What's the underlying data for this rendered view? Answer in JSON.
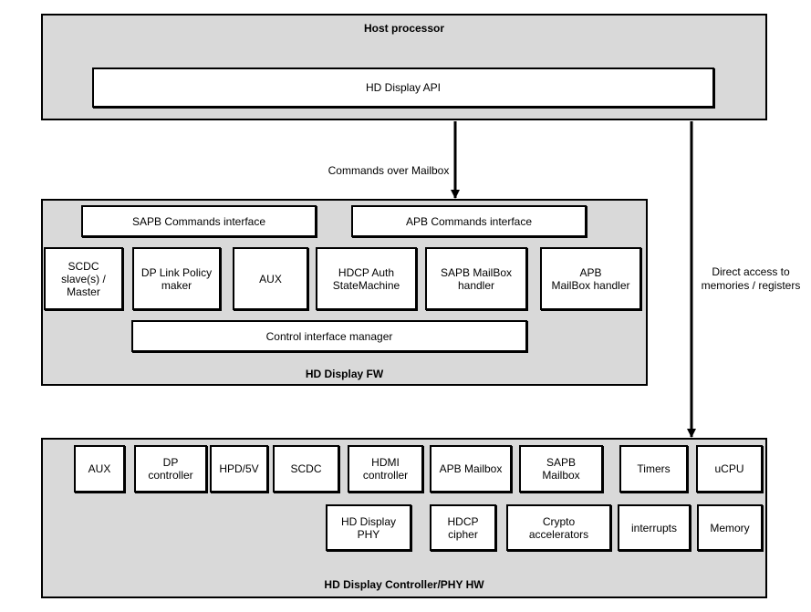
{
  "host": {
    "title": "Host processor",
    "api": "HD Display API"
  },
  "mailbox_label": "Commands over Mailbox",
  "direct_label": "Direct access to\nmemories / registers",
  "fw": {
    "title": "HD Display FW",
    "sapb_if": "SAPB Commands interface",
    "apb_if": "APB Commands interface",
    "modules": [
      "SCDC\nslave(s) /\nMaster",
      "DP Link Policy\nmaker",
      "AUX",
      "HDCP Auth\nStateMachine",
      "SAPB MailBox\nhandler",
      "APB\nMailBox handler"
    ],
    "control": "Control interface manager"
  },
  "hw": {
    "title": "HD Display Controller/PHY  HW",
    "row1": [
      "AUX",
      "DP\ncontroller",
      "HPD/5V",
      "SCDC",
      "HDMI\ncontroller",
      "APB Mailbox",
      "SAPB\nMailbox",
      "Timers",
      "uCPU"
    ],
    "row2": [
      "HD Display\nPHY",
      "HDCP\ncipher",
      "Crypto\naccelerators",
      "interrupts",
      "Memory"
    ]
  }
}
